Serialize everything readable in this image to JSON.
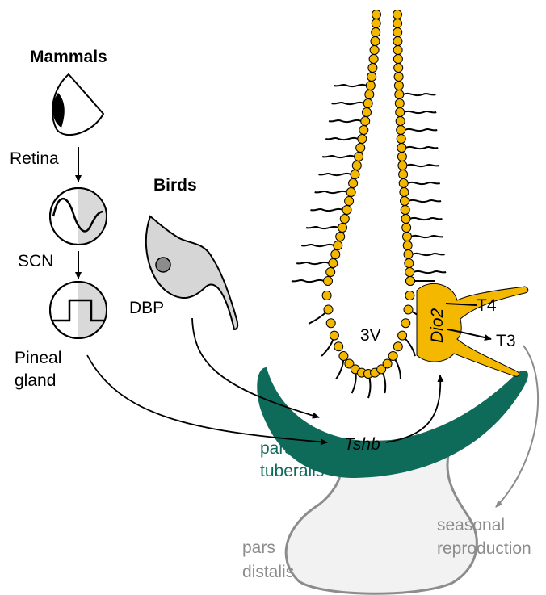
{
  "labels": {
    "mammals": "Mammals",
    "retina": "Retina",
    "scn": "SCN",
    "pineal_1": "Pineal",
    "pineal_2": "gland",
    "birds": "Birds",
    "dbp": "DBP",
    "ventricle": "3V",
    "dio2": "Dio2",
    "t4": "T4",
    "t3": "T3",
    "tshb": "Tshb",
    "pars_tuberalis_1": "pars",
    "pars_tuberalis_2": "tuberalis",
    "pars_distalis_1": "pars",
    "pars_distalis_2": "distalis",
    "seasonal_1": "seasonal",
    "seasonal_2": "reproduction"
  },
  "colors": {
    "tanycyte": "#f5b800",
    "pars_tuberalis": "#0e6b5a",
    "pars_distalis": "#f2f2f2",
    "grey_text": "#8c8c8c",
    "neuron": "#d6d6d6"
  }
}
